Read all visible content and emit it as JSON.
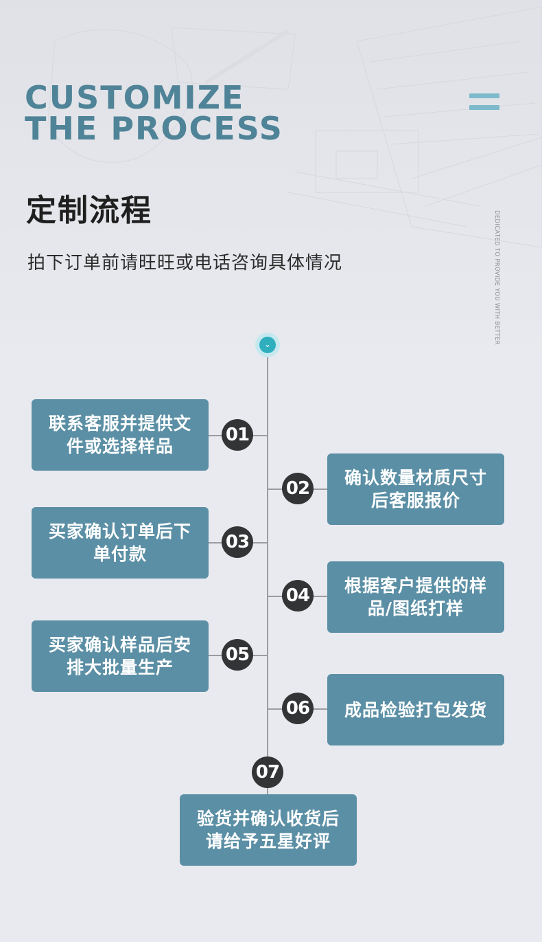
{
  "header": {
    "en_title_line1": "CUSTOMIZE",
    "en_title_line2": "THE PROCESS",
    "cn_title": "定制流程",
    "subtitle": "拍下订单前请旺旺或电话咨询具体情况",
    "vertical_tagline": "DEDICATED TO PROVIDE YOU WITH BETTER",
    "accent_color": "#4f8397"
  },
  "timeline": {
    "top_icon": "chevron-double-down-icon",
    "steps": [
      {
        "num": "01",
        "text": "联系客服并提供文件或选择样品",
        "side": "left"
      },
      {
        "num": "02",
        "text": "确认数量材质尺寸后客服报价",
        "side": "right"
      },
      {
        "num": "03",
        "text": "买家确认订单后下单付款",
        "side": "left"
      },
      {
        "num": "04",
        "text": "根据客户提供的样品/图纸打样",
        "side": "right"
      },
      {
        "num": "05",
        "text": "买家确认样品后安排大批量生产",
        "side": "left"
      },
      {
        "num": "06",
        "text": "成品检验打包发货",
        "side": "right"
      },
      {
        "num": "07",
        "text": "验货并确认收货后请给予五星好评",
        "side": "center"
      }
    ],
    "box_color": "#5b8fa5",
    "badge_color": "#333436"
  }
}
